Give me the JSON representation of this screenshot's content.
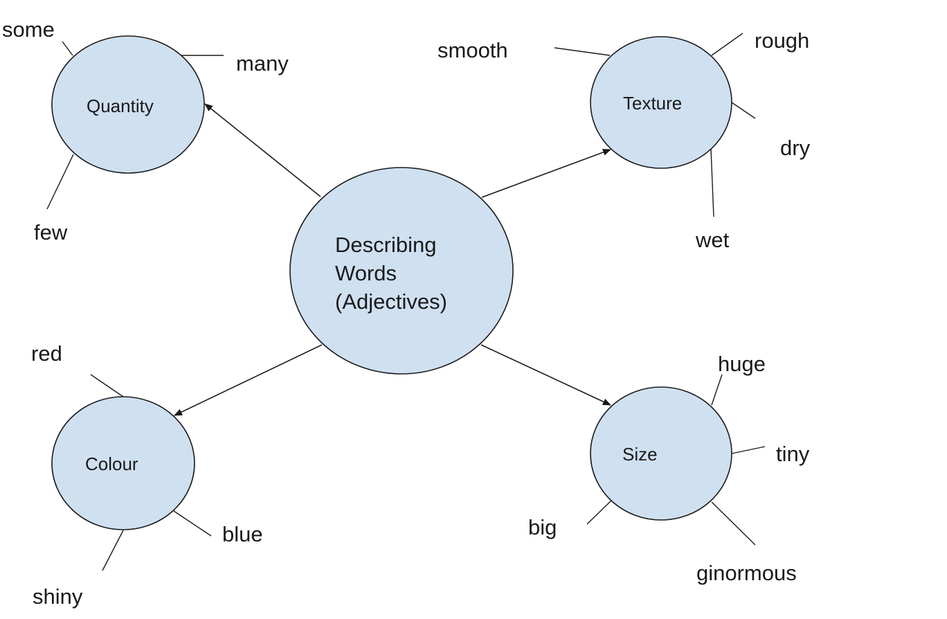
{
  "diagram": {
    "central": {
      "lines": [
        "Describing",
        "Words",
        "(Adjectives)"
      ]
    },
    "categories": {
      "quantity": {
        "label": "Quantity",
        "words": [
          "some",
          "many",
          "few"
        ]
      },
      "texture": {
        "label": "Texture",
        "words": [
          "smooth",
          "rough",
          "dry",
          "wet"
        ]
      },
      "colour": {
        "label": "Colour",
        "words": [
          "red",
          "blue",
          "shiny"
        ]
      },
      "size": {
        "label": "Size",
        "words": [
          "huge",
          "tiny",
          "big",
          "ginormous"
        ]
      }
    },
    "colors": {
      "node_fill": "#cfe0f1",
      "stroke": "#1a1a1a"
    }
  }
}
